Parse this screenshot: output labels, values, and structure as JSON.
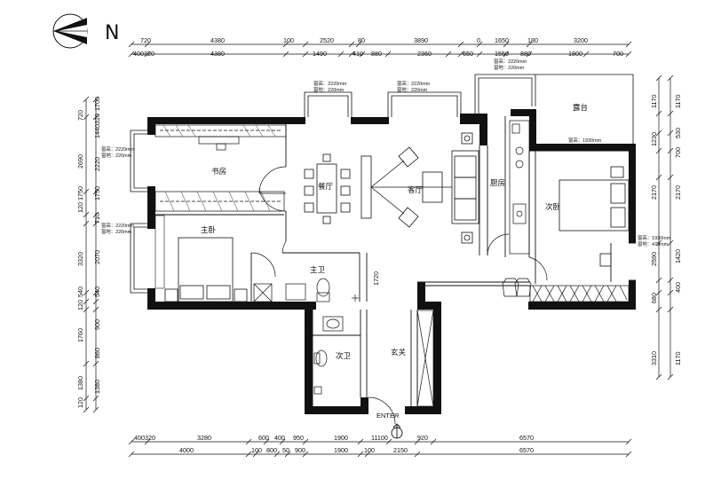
{
  "north_label": "N",
  "entry_label": "ENTER",
  "rooms": {
    "study": "书房",
    "dining": "餐厅",
    "living": "客厅",
    "kitchen": "厨房",
    "terrace": "露台",
    "second_bedroom": "次卧",
    "master_bedroom": "主卧",
    "master_bath": "主卫",
    "second_bath": "次卫",
    "foyer": "玄关"
  },
  "top_dims_row1": [
    "720",
    "4380",
    "100",
    "2520",
    "80",
    "3890",
    "0",
    "1650",
    "180",
    "3200"
  ],
  "top_dims_row2": [
    "400320",
    "4380",
    "1490",
    "410",
    "880",
    "2360",
    "650",
    "1550",
    "880",
    "1800",
    "700"
  ],
  "bottom_dims_row1": [
    "400320",
    "3280",
    "600",
    "400",
    "950",
    "1900",
    "11100",
    "920",
    "6570"
  ],
  "bottom_dims_row2": [
    "4000",
    "100",
    "800",
    "50",
    "900",
    "1900",
    "100",
    "2150",
    "6570"
  ],
  "left_dims_outer": [
    "720",
    "2690",
    "1750",
    "120",
    "3320",
    "540",
    "120",
    "1760",
    "1380",
    "120"
  ],
  "left_dims_inner": [
    "1700",
    "1440320",
    "2220",
    "1750",
    "710",
    "2070",
    "540",
    "900",
    "860",
    "1380"
  ],
  "right_dims_outer": [
    "1170",
    "1230",
    "2170",
    "2590",
    "680",
    "3310"
  ],
  "right_dims_inner": [
    "1170",
    "530",
    "700",
    "2170",
    "1420",
    "400",
    "1170"
  ],
  "window_notes": {
    "study_w1": "窗高：2220mm",
    "study_w2": "窗地：220mm",
    "north_a1": "窗高：2220mm",
    "north_a2": "窗地：220mm",
    "north_b1": "窗高：2220mm",
    "north_b2": "窗地：220mm",
    "terrace_1": "窗高：2220mm",
    "terrace_2": "窗地：220mm",
    "master_w1": "窗高：2220mm",
    "master_w2": "窗地：220mm",
    "bed2_a1": "窗高：1930mm",
    "bed2_a2": "窗地：470mm",
    "bed2_b1": "窗高：1930mm",
    "bed2_b2": "窗地：470mm"
  },
  "misc_dims": {
    "bath_v": "1720"
  }
}
